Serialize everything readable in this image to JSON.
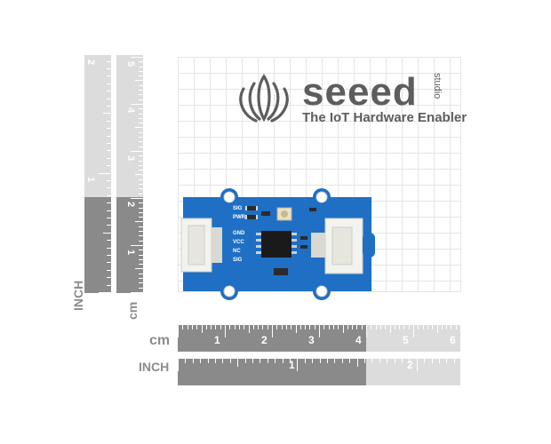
{
  "brand": {
    "name": "seeed",
    "sub": "studio",
    "tagline": "The IoT Hardware Enabler"
  },
  "rulers": {
    "vertical_inch": {
      "unit": "INCH",
      "marks": [
        "1",
        "2"
      ]
    },
    "vertical_cm": {
      "unit": "cm",
      "marks": [
        "1",
        "2",
        "3",
        "4",
        "5"
      ]
    },
    "horizontal_cm": {
      "unit": "cm",
      "marks": [
        "1",
        "2",
        "3",
        "4",
        "5",
        "6"
      ]
    },
    "horizontal_inch": {
      "unit": "INCH",
      "marks": [
        "1",
        "2"
      ]
    }
  },
  "board": {
    "silkscreen": [
      "SIG",
      "PWR",
      "GND",
      "VCC",
      "NC",
      "SIG"
    ]
  },
  "colors": {
    "ruler_dark": "#8a8a8a",
    "ruler_light": "#dcdcdc",
    "pcb_blue": "#1f6fc4",
    "logo_gray": "#5d5d5d"
  }
}
